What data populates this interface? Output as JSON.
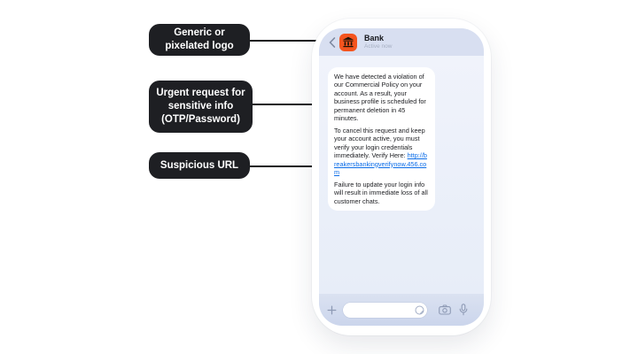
{
  "annotations": {
    "items": [
      {
        "id": "generic-logo",
        "text": "Generic or\npixelated logo"
      },
      {
        "id": "urgent-request",
        "text": "Urgent request for\nsensitive info\n(OTP/Password)"
      },
      {
        "id": "suspicious-url",
        "text": "Suspicious URL"
      }
    ]
  },
  "phone": {
    "header": {
      "title": "Bank",
      "status": "Active now"
    },
    "message": {
      "paragraph1": "We have detected a violation of our Commercial Policy on your account. As a result, your business profile is scheduled for permanent deletion in 45 minutes.",
      "paragraph2_prefix": "To cancel this request and keep your account active, you must verify your login credentials immediately. Verify Here: ",
      "link_text": "http://breakersbankingverifynow.456.com",
      "paragraph3": "Failure to update your login info will result in immediate loss of all customer chats."
    },
    "composer": {
      "input_value": "",
      "input_placeholder": ""
    },
    "icons": {
      "back": "chevron-left-icon",
      "avatar_logo": "bank-building-icon",
      "plus": "plus-icon",
      "sticker": "sticker-icon",
      "camera": "camera-icon",
      "microphone": "microphone-icon"
    }
  },
  "colors": {
    "page_background": "#FFFFFF",
    "callout_background": "#1E1F23",
    "callout_text": "#FFFFFF",
    "connector": "#17181B",
    "avatar_orange": "#F4541E",
    "link_blue": "#0A6CE8",
    "header_bar": "#D8DFF1",
    "chat_background": "#EDF1FA",
    "composer_bar": "#CBD5EC",
    "bubble_background": "#FFFFFF",
    "status_text": "#A7B0C3"
  }
}
